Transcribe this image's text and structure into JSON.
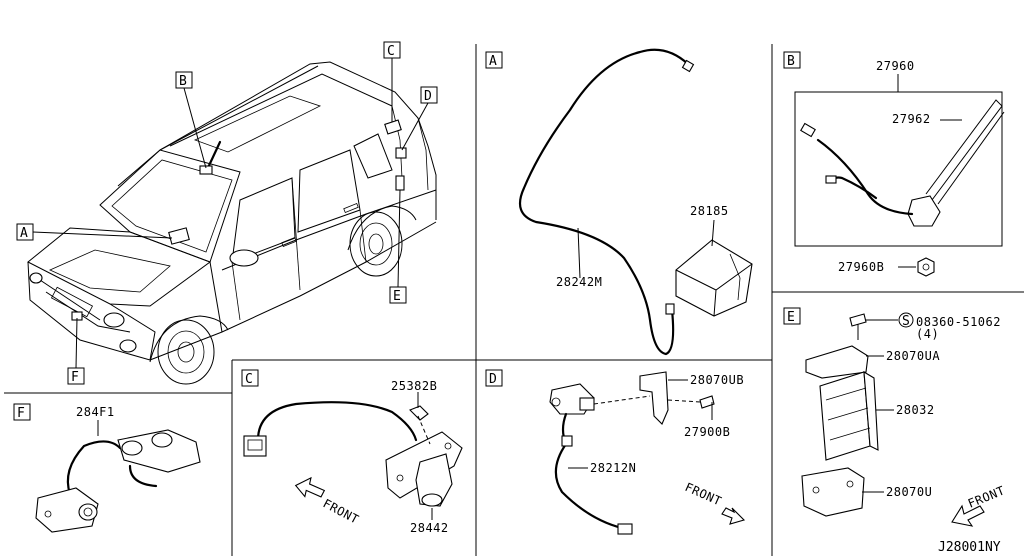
{
  "diagram_code": "J28001NY",
  "sections": {
    "vehicle": {
      "callouts": [
        "A",
        "B",
        "C",
        "D",
        "E",
        "F"
      ]
    },
    "A": {
      "letter": "A",
      "parts": [
        "28185",
        "28242M"
      ]
    },
    "B": {
      "letter": "B",
      "parts": [
        "27960",
        "27962",
        "27960B"
      ]
    },
    "C": {
      "letter": "C",
      "parts": [
        "25382B",
        "28442"
      ],
      "direction": "FRONT"
    },
    "D": {
      "letter": "D",
      "parts": [
        "28070UB",
        "27900B",
        "28212N"
      ],
      "direction": "FRONT"
    },
    "E": {
      "letter": "E",
      "screw_symbol": "S",
      "screw_part": "08360-51062",
      "screw_qty": "(4)",
      "parts": [
        "28070UA",
        "28032",
        "28070U"
      ],
      "direction": "FRONT"
    },
    "F": {
      "letter": "F",
      "parts": [
        "284F1"
      ]
    }
  }
}
